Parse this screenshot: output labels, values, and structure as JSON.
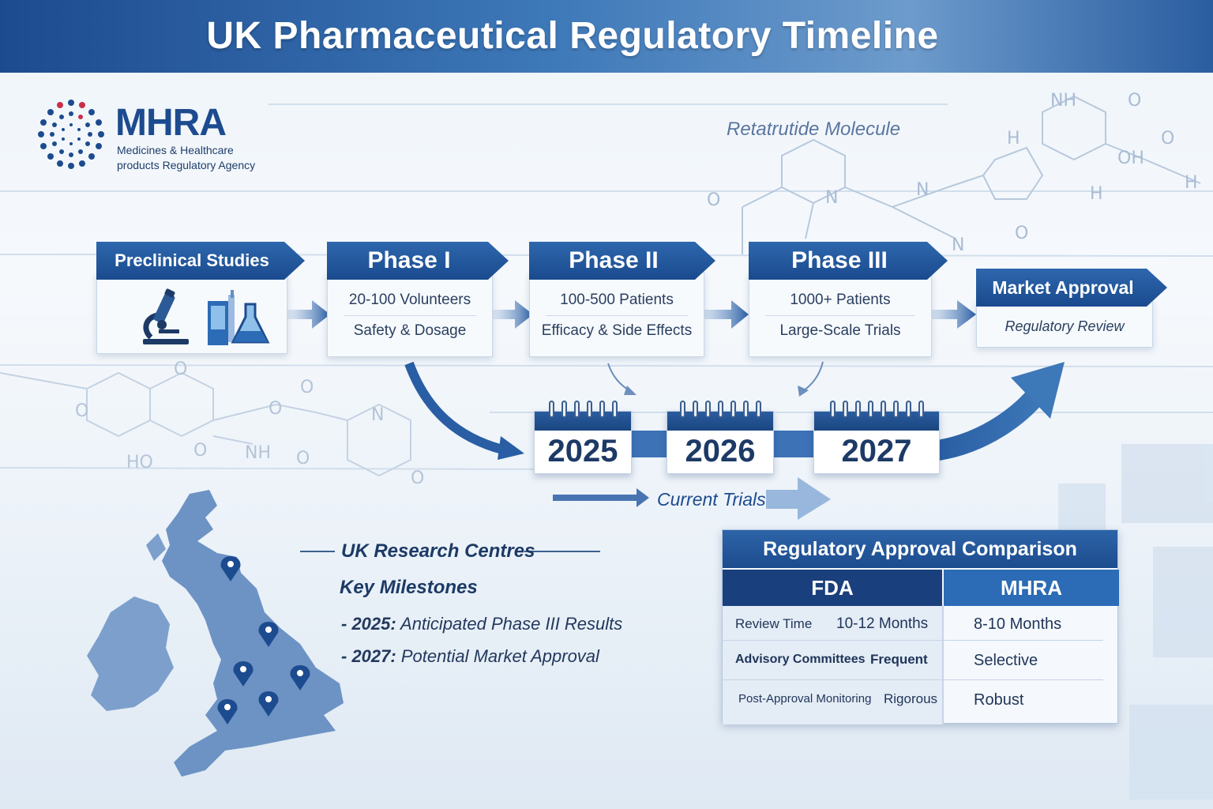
{
  "header": {
    "title": "UK Pharmaceutical Regulatory Timeline"
  },
  "logo": {
    "name": "MHRA",
    "subtitle_line1": "Medicines & Healthcare",
    "subtitle_line2": "products Regulatory Agency"
  },
  "molecule": {
    "label": "Retatrutide Molecule"
  },
  "stages": [
    {
      "title": "Preclinical Studies",
      "lines": []
    },
    {
      "title": "Phase I",
      "lines": [
        "20-100 Volunteers",
        "Safety & Dosage"
      ]
    },
    {
      "title": "Phase II",
      "lines": [
        "100-500 Patients",
        "Efficacy & Side Effects"
      ]
    },
    {
      "title": "Phase III",
      "lines": [
        "1000+ Patients",
        "Large-Scale Trials"
      ]
    },
    {
      "title": "Market Approval",
      "lines": [
        "Regulatory Review"
      ]
    }
  ],
  "timeline": {
    "years": [
      "2025",
      "2026",
      "2027"
    ],
    "current_label": "Current Trials"
  },
  "research": {
    "title": "UK Research Centres",
    "milestones_title": "Key Milestones",
    "milestones": [
      {
        "year": "- 2025:",
        "text": "Anticipated Phase III Results"
      },
      {
        "year": "- 2027:",
        "text": "Potential Market Approval"
      }
    ]
  },
  "comparison": {
    "title": "Regulatory Approval Comparison",
    "columns": [
      "FDA",
      "MHRA"
    ],
    "rows": [
      {
        "metric": "Review Time",
        "fda": "10-12 Months",
        "mhra": "8-10 Months"
      },
      {
        "metric": "Advisory Committees",
        "fda": "Frequent",
        "mhra": "Selective"
      },
      {
        "metric": "Post-Approval Monitoring",
        "fda": "Rigorous",
        "mhra": "Robust"
      }
    ]
  },
  "colors": {
    "primary": "#1d4b8f",
    "accent": "#2c6bb5",
    "logo_red": "#c8304a",
    "map_blue": "#6d93c4"
  },
  "icons": [
    "microscope-icon",
    "lab-flask-icon",
    "map-pin-icon",
    "calendar-icon"
  ]
}
